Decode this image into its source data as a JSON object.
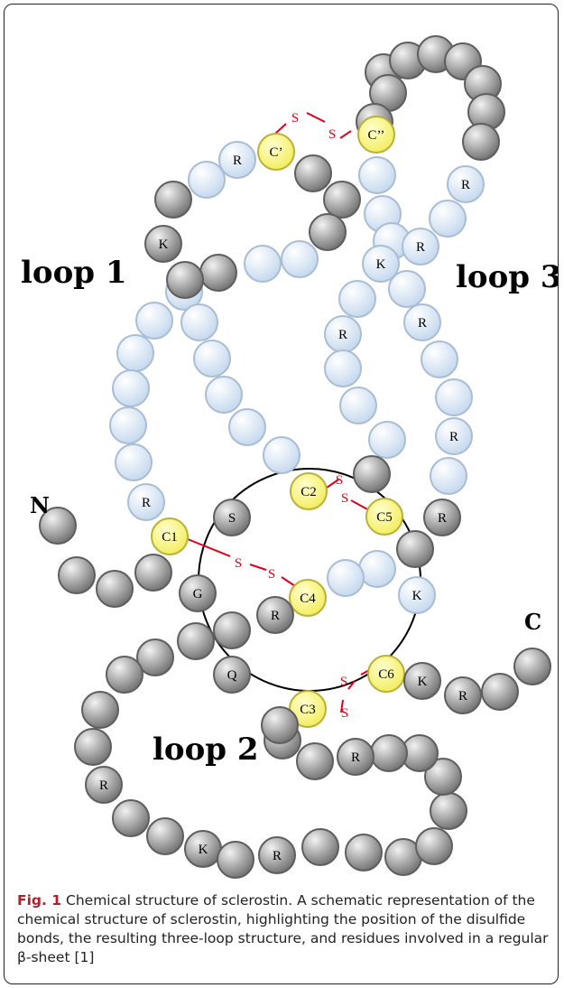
{
  "loops": {
    "loop1": "loop 1",
    "loop2": "loop 2",
    "loop3": "loop 3"
  },
  "termini": {
    "n": "N",
    "c": "C"
  },
  "residue_labels": {
    "c1": "C1",
    "c2": "C2",
    "c3": "C3",
    "c4": "C4",
    "c5": "C5",
    "c6": "C6",
    "cp": "C’",
    "cpp": "C’’",
    "r": "R",
    "k": "K",
    "s": "S",
    "g": "G",
    "q": "Q"
  },
  "disulfide_label": "S",
  "colors": {
    "gray": "#9a9a9a",
    "blue": "#c9dcf0",
    "yellow": "#f5f07a",
    "bond": "#e0001b",
    "caption_label": "#b0202a"
  },
  "caption": {
    "label": "Fig. 1",
    "text": "Chemical structure of sclerostin. A schematic representation of the chemical structure of sclerostin, highlighting the position of the disulfide bonds, the resulting three-loop structure, and residues involved in a regular β-sheet [1]"
  }
}
